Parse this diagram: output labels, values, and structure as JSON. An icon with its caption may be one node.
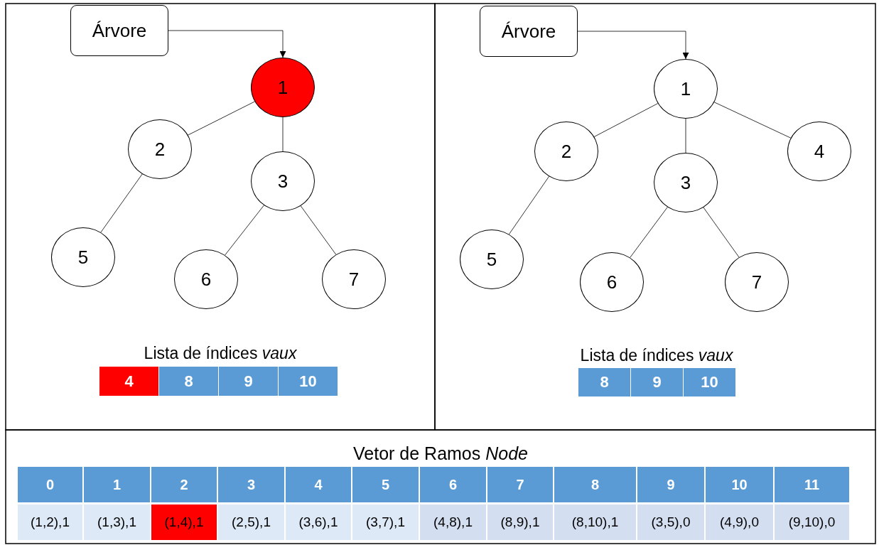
{
  "diagram": {
    "nodes": [
      {
        "text": [
          "Árvore"
        ]
      },
      {
        "text": [
          "1"
        ]
      },
      {
        "text": [
          "2"
        ]
      },
      {
        "text": [
          "3"
        ]
      },
      {
        "text": [
          "5"
        ]
      },
      {
        "text": [
          "6"
        ]
      },
      {
        "text": [
          "7"
        ]
      },
      {
        "text": [
          "Árvore"
        ]
      },
      {
        "text": [
          "1"
        ]
      },
      {
        "text": [
          "2"
        ]
      },
      {
        "text": [
          "3"
        ]
      },
      {
        "text": [
          "4"
        ]
      },
      {
        "text": [
          "5"
        ]
      },
      {
        "text": [
          "6"
        ]
      },
      {
        "text": [
          "7"
        ]
      }
    ],
    "edges": [
      {
        "from": 0,
        "to": 1,
        "arrow": "to"
      },
      {
        "from": 1,
        "to": 2,
        "arrow": "none"
      },
      {
        "from": 1,
        "to": 3,
        "arrow": "none"
      },
      {
        "from": 2,
        "to": 4,
        "arrow": "none"
      },
      {
        "from": 3,
        "to": 5,
        "arrow": "none"
      },
      {
        "from": 3,
        "to": 6,
        "arrow": "none"
      },
      {
        "from": 7,
        "to": 8,
        "arrow": "to"
      },
      {
        "from": 8,
        "to": 9,
        "arrow": "none"
      },
      {
        "from": 8,
        "to": 10,
        "arrow": "none"
      },
      {
        "from": 8,
        "to": 11,
        "arrow": "none"
      },
      {
        "from": 9,
        "to": 12,
        "arrow": "none"
      },
      {
        "from": 10,
        "to": 13,
        "arrow": "none"
      },
      {
        "from": 10,
        "to": 14,
        "arrow": "none"
      }
    ],
    "labels": [
      "Lista de índices *vaux*",
      "4",
      "8",
      "9",
      "10",
      "Lista de índices *vaux*",
      "8",
      "9",
      "10",
      "Vetor de Ramos *Node*",
      "0",
      "1",
      "2",
      "3",
      "4",
      "5",
      "6",
      "7",
      "8",
      "9",
      "10",
      "11",
      "(1,2),1",
      "(1,3),1",
      "(1,4),1",
      "(2,5),1",
      "(3,6),1",
      "(3,7),1",
      "(4,8),1",
      "(8,9),1",
      "(8,10),1",
      "(3,5),0",
      "(4,9),0",
      "(9,10),0"
    ]
  }
}
